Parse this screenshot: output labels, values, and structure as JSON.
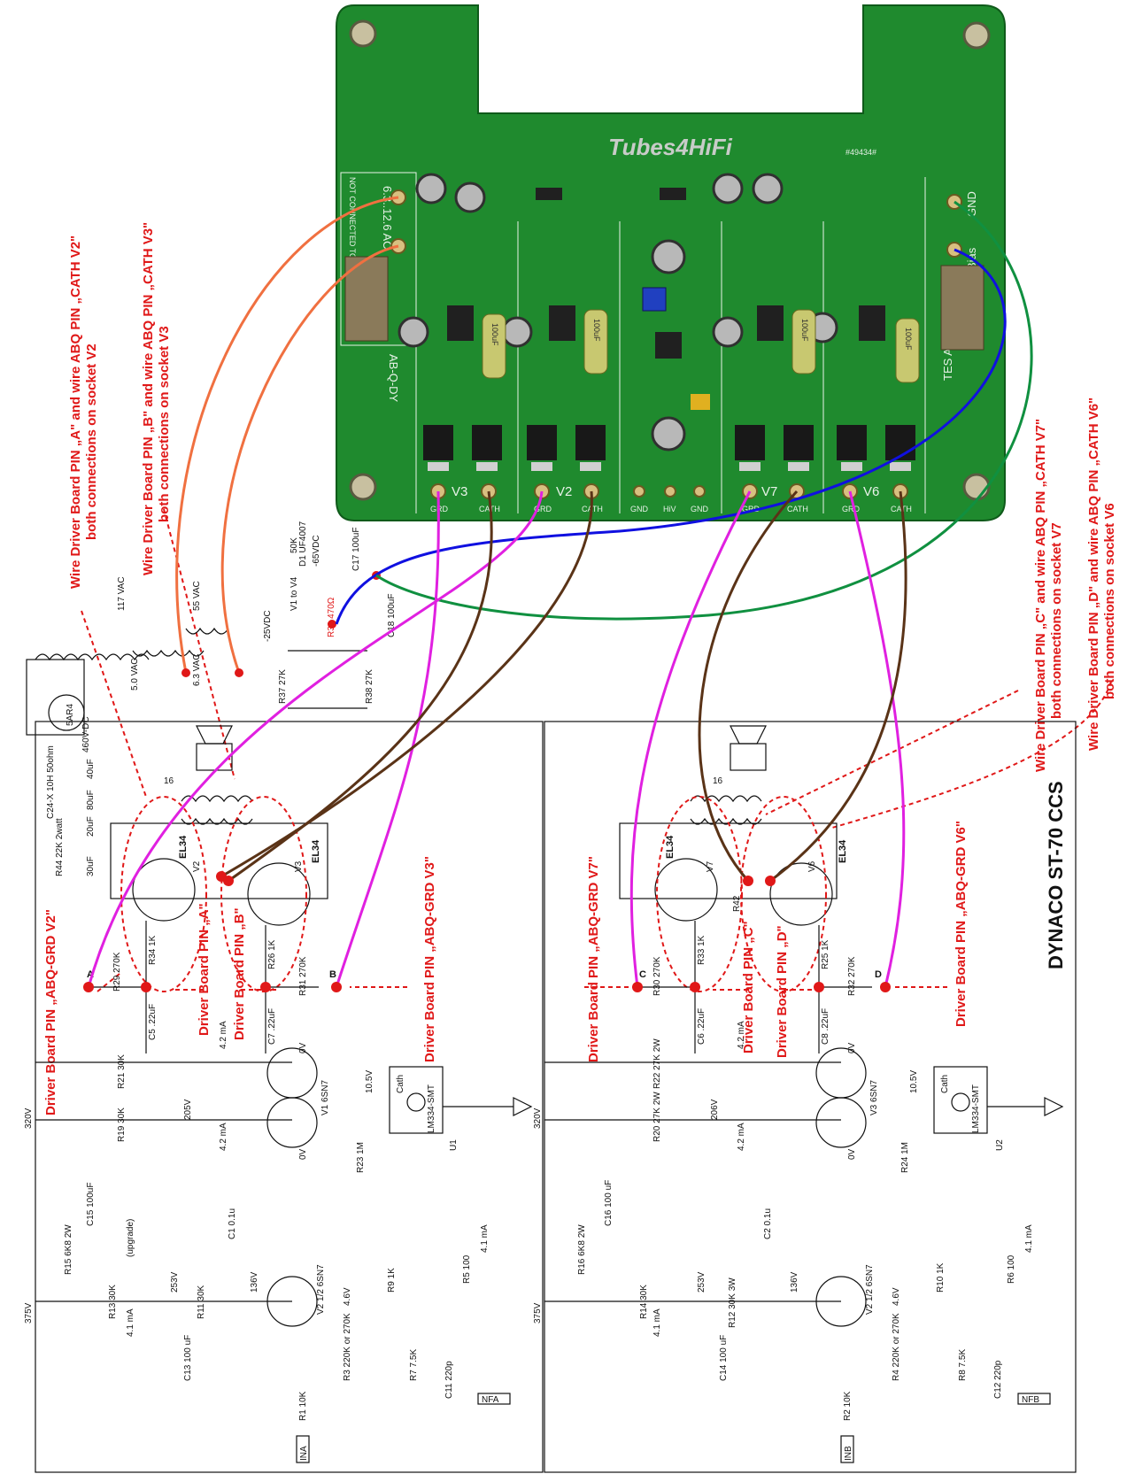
{
  "pcb": {
    "brand": "Tubes4HiFi",
    "serial": "#49434#",
    "model": "AB-Q-DY",
    "autobias": "TES Auto-Bias",
    "heater_label": "6.3..12.6 AC",
    "heater_note": "NOT CONNECTED TO GROUND !",
    "gnd_label": "GND",
    "bias_label": "Bias",
    "cap_label": "100uF",
    "socket_labels": [
      "V3",
      "V2",
      "V7",
      "V6"
    ],
    "pad_labels": [
      "GRD",
      "CATH",
      "GRD",
      "CATH",
      "GND",
      "HiV",
      "GND",
      "GRD",
      "CATH",
      "GRD",
      "CATH"
    ]
  },
  "annotations": {
    "a_wire": "Wire Driver Board PIN „A\" and wire ABQ PIN „CATH V2\"",
    "a_wire2": "both connections on socket V2",
    "b_wire": "Wire Driver Board PIN „B\" and wire ABQ PIN „CATH V3\"",
    "b_wire2": "both connections on socket V3",
    "c_wire": "Wire Driver Board PIN „C\" and wire ABQ PIN „CATH V7\"",
    "c_wire2": "both connections on socket V7",
    "d_wire": "Wire Driver Board PIN „D\" and wire ABQ PIN „CATH V6\"",
    "d_wire2": "both connections on socket V6",
    "grd_v2": "Driver Board PIN „ABQ-GRD V2\"",
    "grd_v3": "Driver Board PIN „ABQ-GRD V3\"",
    "grd_v7": "Driver Board PIN „ABQ-GRD V7\"",
    "grd_v6": "Driver Board PIN „ABQ-GRD V6\"",
    "pin_a": "Driver Board PIN „A\"",
    "pin_b": "Driver Board PIN „B\"",
    "pin_c": "Driver Board PIN „C\"",
    "pin_d": "Driver Board PIN „D\"",
    "title": "DYNACO ST-70 CCS"
  },
  "schematic": {
    "psu": {
      "v117": "117 VAC",
      "v55": "55 VAC",
      "v50": "5.0 VAC",
      "v63": "6.3 VAC",
      "rect": "5AR4",
      "hv": "460V-DC",
      "choke": "C24-X 10H 50ohm",
      "r44": "R44 22K 2watt",
      "caps": [
        "40uF",
        "80uF",
        "20uF",
        "30uF"
      ],
      "neg": "-25VDC",
      "neg65": "-65VDC",
      "d1": "D1 UF4007",
      "r39": "R39 470Ω",
      "c17": "C17 100uF",
      "c18": "C18 100uF",
      "pot": "50K",
      "vbias": "V1 to V4",
      "r37": "R37 27K",
      "r38": "R38 27K"
    },
    "left": {
      "v375": "375V",
      "v320": "320V",
      "v253": "253V",
      "v205": "205V",
      "v136": "136V",
      "i1": "4.1 mA",
      "i2": "4.2 mA",
      "i3": "4.2 mA",
      "r15": "R15 6K8 2W",
      "upgrade": "(upgrade)",
      "r13": "R13 30K",
      "r11": "R11 30K",
      "r19": "R19 30K",
      "r21": "R21 30K",
      "c15": "C15 100uF",
      "c13": "C13 100 uF",
      "c1": "C1 0.1u",
      "r23": "R23 1M",
      "r9": "R9 1K",
      "r5": "R5 100",
      "i4": "4.1 mA",
      "r3": "R3 220K or 270K",
      "r7": "R7 7.5K",
      "c11": "C11 220p",
      "r1": "R1 10K",
      "ina": "INA",
      "nfa": "NFA",
      "v2tube": "V2 1/2 6SN7",
      "v46": "4.6V",
      "v1tube": "V1 6SN7",
      "v0a": "0V",
      "v0b": "0V",
      "v105": "10.5V",
      "cath": "Cath",
      "lm": "LM334-SMT",
      "u1": "U1",
      "c5": "C5 .22uF",
      "c7": "C7 .22uF",
      "r29": "R29 270K",
      "r31": "R31 270K",
      "r34": "R34 1K",
      "r26": "R26 1K",
      "el34a": "EL34",
      "el34b": "EL34",
      "va": "V2",
      "vb": "V3",
      "bias_a": "A",
      "bias_b": "B",
      "ohm": "16"
    },
    "right": {
      "v375": "375V",
      "v320": "320V",
      "v253": "253V",
      "v206": "206V",
      "v136": "136V",
      "i1": "4.1 mA",
      "i2": "4.2 mA",
      "i3": "4.2 mA",
      "r16": "R16 6K8 2W",
      "r14": "R14 30K",
      "r12": "R12 30K 3W",
      "r20": "R20 27K 2W",
      "r22": "R22 27K 2W",
      "c16": "C16 100 uF",
      "c14": "C14 100 uF",
      "c2": "C2 0.1u",
      "r24": "R24 1M",
      "r10": "R10 1K",
      "r6": "R6 100",
      "i4": "4.1 mA",
      "r4": "R4 220K or 270K",
      "r8": "R8 7.5K",
      "c12": "C12 220p",
      "r2": "R2 10K",
      "inb": "INB",
      "nfb": "NFB",
      "v2tube": "V2 1/2 6SN7",
      "v46": "4.6V",
      "v3tube": "V3 6SN7",
      "v0a": "0V",
      "v0b": "0V",
      "v105": "10.5V",
      "cath": "Cath",
      "lm": "LM334-SMT",
      "u2": "U2",
      "c6": "C6 .22uF",
      "c8": "C8 .22uF",
      "r30": "R30 270K",
      "r32": "R32 270K",
      "r33": "R33 1K",
      "r25": "R25 1K",
      "r42": "R42",
      "el34a": "EL34",
      "el34b": "EL34",
      "va": "V7",
      "vb": "V6",
      "bias_c": "C",
      "bias_d": "D",
      "ohm": "16"
    }
  },
  "colors": {
    "pcb": "#1f8a2e",
    "annot": "#e01818",
    "magenta": "#e020e0",
    "brown": "#5a3317",
    "blue": "#1010e0",
    "green": "#109040",
    "orange": "#f07040"
  }
}
